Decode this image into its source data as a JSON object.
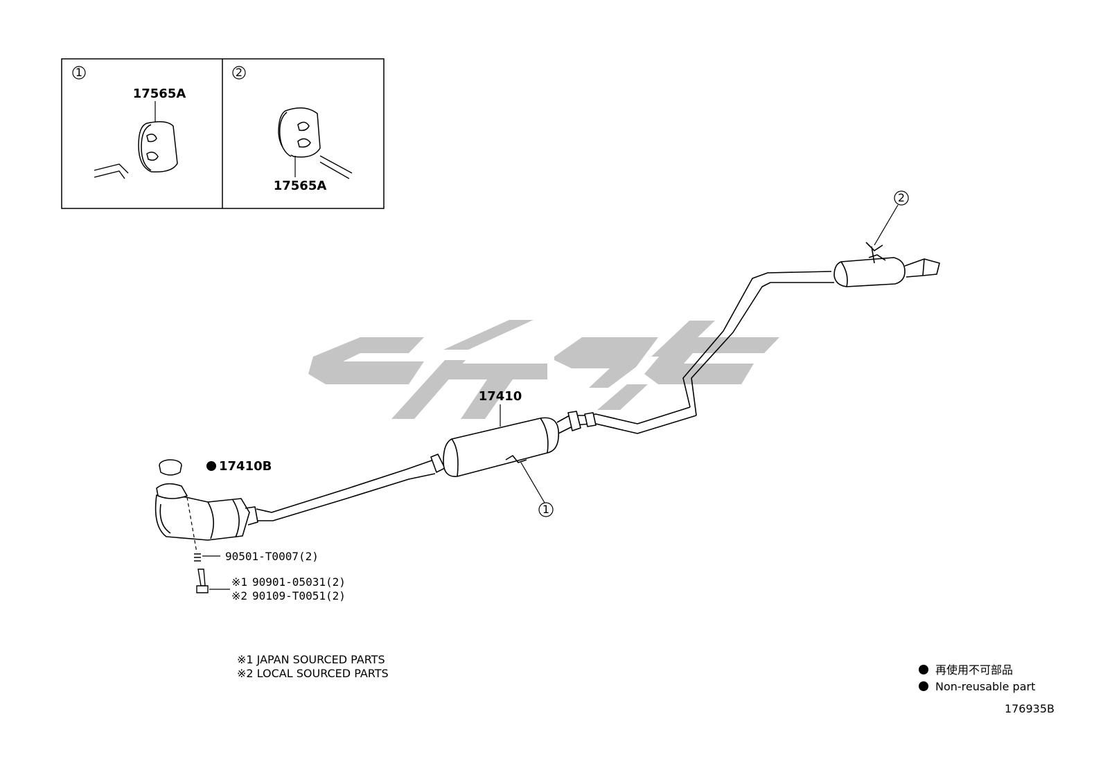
{
  "inset": {
    "panel1": {
      "callout": "1",
      "part": "17565A"
    },
    "panel2": {
      "callout": "2",
      "part": "17565A"
    }
  },
  "parts": {
    "exhaust_pipe": "17410",
    "gasket": "17410B",
    "bolt_spring": "90501-T0007(2)",
    "bolt_jp": "90901-05031(2)",
    "bolt_local": "90109-T0051(2)",
    "mark_jp": "※1",
    "mark_local": "※2"
  },
  "callouts": {
    "c1": "1",
    "c2": "2"
  },
  "notes": {
    "japan": "※1 JAPAN SOURCED PARTS",
    "local": "※2 LOCAL SOURCED PARTS"
  },
  "legend": {
    "jp": "再使用不可部品",
    "en": "Non-reusable part"
  },
  "drawing_number": "176935B",
  "colors": {
    "line": "#000000",
    "watermark": "#c4c4c4"
  }
}
